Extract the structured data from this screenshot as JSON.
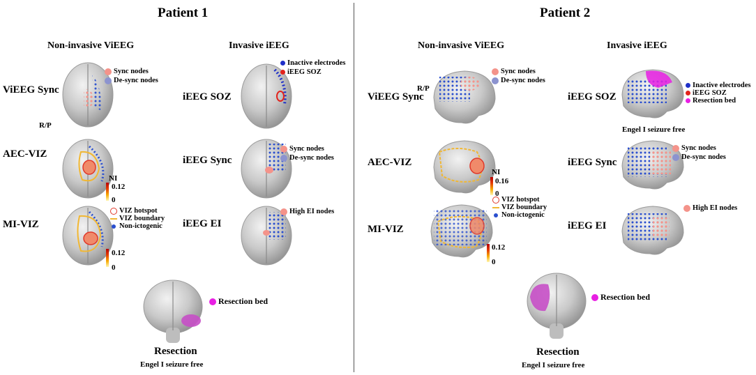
{
  "colors": {
    "sync": "#f4938a",
    "desync": "#8c93cf",
    "inactive": "#1f2fc8",
    "soz": "#e3231c",
    "resection": "#e81fe3",
    "hotspot": "#e0382a",
    "boundary": "#f1b733",
    "nonictogenic": "#2a4fcf",
    "high_ei": "#f4938a"
  },
  "patient1": {
    "title": "Patient 1",
    "col_noninvasive": "Non-invasive ViEEG",
    "col_invasive": "Invasive iEEG",
    "rows": {
      "vieeg_sync": "ViEEG Sync",
      "aec_viz": "AEC-VIZ",
      "mi_viz": "MI-VIZ",
      "ieeg_soz": "iEEG SOZ",
      "ieeg_sync": "iEEG Sync",
      "ieeg_ei": "iEEG EI"
    },
    "rp_label": "R/P",
    "legend_sync": {
      "sync": "Sync nodes",
      "desync": "De-sync nodes"
    },
    "legend_soz": {
      "inactive": "Inactive electrodes",
      "soz": "iEEG SOZ"
    },
    "legend_isync": {
      "sync": "Sync nodes",
      "desync": "De-sync nodes"
    },
    "legend_viz": {
      "hotspot": "VIZ hotspot",
      "boundary": "VIZ boundary",
      "nonictogenic": "Non-ictogenic"
    },
    "legend_ei": {
      "high": "High EI nodes"
    },
    "aec_scale": {
      "label": "NI",
      "max": "0.12",
      "min": "0"
    },
    "mi_scale": {
      "max": "0.12",
      "min": "0"
    },
    "resection_legend": "Resection bed",
    "resection_title": "Resection",
    "resection_outcome": "Engel I seizure free"
  },
  "patient2": {
    "title": "Patient 2",
    "col_noninvasive": "Non-invasive ViEEG",
    "col_invasive": "Invasive iEEG",
    "rows": {
      "vieeg_sync": "ViEEG Sync",
      "aec_viz": "AEC-VIZ",
      "mi_viz": "MI-VIZ",
      "ieeg_soz": "iEEG SOZ",
      "ieeg_sync": "iEEG Sync",
      "ieeg_ei": "iEEG EI"
    },
    "rp_label": "R/P",
    "legend_sync": {
      "sync": "Sync nodes",
      "desync": "De-sync nodes"
    },
    "legend_soz": {
      "inactive": "Inactive electrodes",
      "soz": "iEEG SOZ",
      "resection": "Resection bed"
    },
    "soz_outcome": "Engel I seizure free",
    "legend_isync": {
      "sync": "Sync nodes",
      "desync": "De-sync nodes"
    },
    "legend_viz": {
      "hotspot": "VIZ hotspot",
      "boundary": "VIZ boundary",
      "nonictogenic": "Non-ictogenic"
    },
    "legend_ei": {
      "high": "High EI nodes"
    },
    "aec_scale": {
      "label": "NI",
      "max": "0.16",
      "min": "0"
    },
    "mi_scale": {
      "max": "0.12",
      "min": "0"
    },
    "resection_legend": "Resection bed",
    "resection_title": "Resection",
    "resection_outcome": "Engel I seizure free"
  }
}
